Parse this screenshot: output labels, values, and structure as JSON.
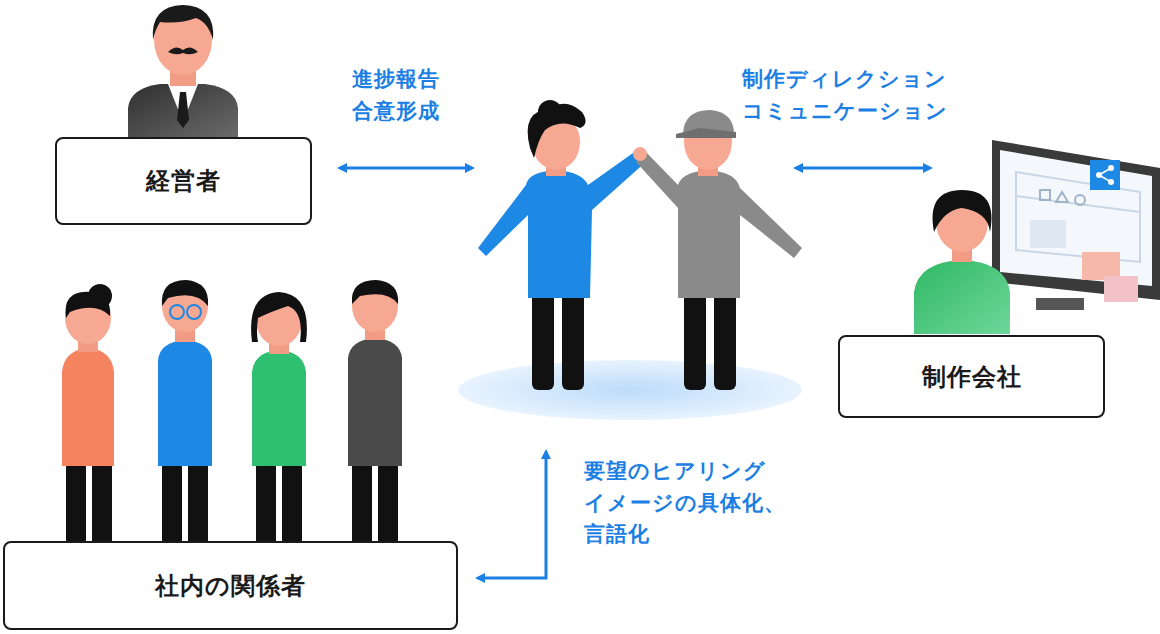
{
  "diagram": {
    "nodes": [
      {
        "text": [
          "経営者"
        ]
      },
      {
        "text": [
          "社内の関係者"
        ]
      },
      {
        "text": [
          "制作会社"
        ]
      }
    ],
    "labels": [
      "進捗報告 合意形成",
      "制作ディレクション コミュニケーション",
      "要望のヒアリング イメージの具体化、 言語化"
    ]
  }
}
